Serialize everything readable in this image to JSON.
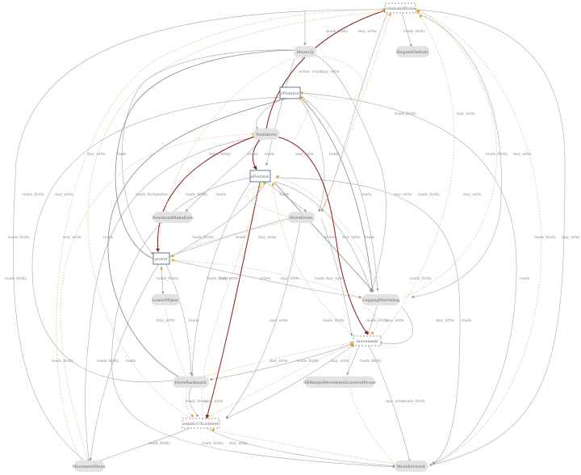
{
  "nodes": {
    "commandRouter": "commandRoute",
    "moveUp": "MoveUp",
    "requestDefault": "RequestDefault",
    "yposition": "yPosition",
    "nextmove": "Nextmove",
    "xposition": "xPosition",
    "downloadMaker": "DownloadMakeRate",
    "moveDown": "MoveDown",
    "power": "power",
    "loweredMaker": "LowerMaker",
    "loggingWatchdog": "LoggingWatchdog",
    "movement": "movement",
    "moveBackward": "MoveBackward",
    "rebindMovement": "RBBindedMovementLoweredPower",
    "sendtoUIListener": "sendtoUIListener",
    "movementMenu": "MovementMenu",
    "moveForward": "MoveForward"
  },
  "edge_labels": {
    "reads_firstly": "reads_firstly",
    "may_write": "may_write",
    "reads": "reads",
    "writes": "writes"
  }
}
